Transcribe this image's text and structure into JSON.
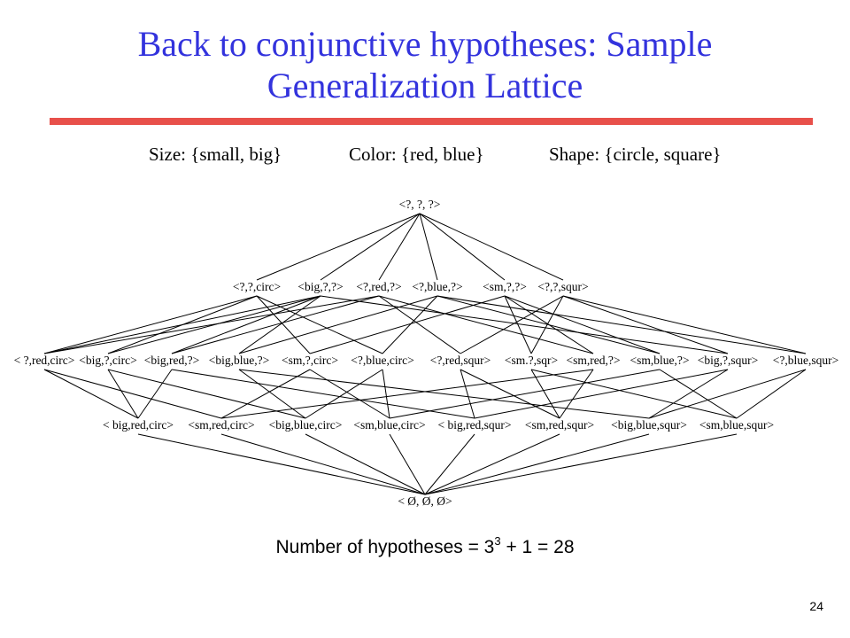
{
  "slide": {
    "title": "Back to conjunctive hypotheses: Sample Generalization Lattice",
    "accent_color": "#e8504a",
    "title_color": "#3333dd",
    "page_number": "24"
  },
  "domains": {
    "size": "Size: {small, big}",
    "color": "Color: {red, blue}",
    "shape": "Shape: {circle, square}"
  },
  "formula": {
    "prefix": "Number of hypotheses = 3",
    "exponent": "3",
    "suffix": " + 1 = 28"
  },
  "lattice": {
    "levels": [
      [
        "<?, ?, ?>"
      ],
      [
        "<?,?,circ>",
        "<big,?,?>",
        "<?,red,?>",
        "<?,blue,?>",
        "<sm,?,?>",
        "<?,?,squr>"
      ],
      [
        "< ?,red,circ>",
        "<big,?,circ>",
        "<big,red,?>",
        "<big,blue,?>",
        "<sm,?,circ>",
        "<?,blue,circ>",
        "<?,red,squr>",
        "<sm.?,sqr>",
        "<sm,red,?>",
        "<sm,blue,?>",
        "<big,?,squr>",
        "<?,blue,squr>"
      ],
      [
        "< big,red,circ>",
        "<sm,red,circ>",
        "<big,blue,circ>",
        "<sm,blue,circ>",
        "< big,red,squr>",
        "<sm,red,squr>",
        "<big,blue,squr>",
        "<sm,blue,squr>"
      ],
      [
        "< Ø, Ø, Ø>"
      ]
    ]
  }
}
